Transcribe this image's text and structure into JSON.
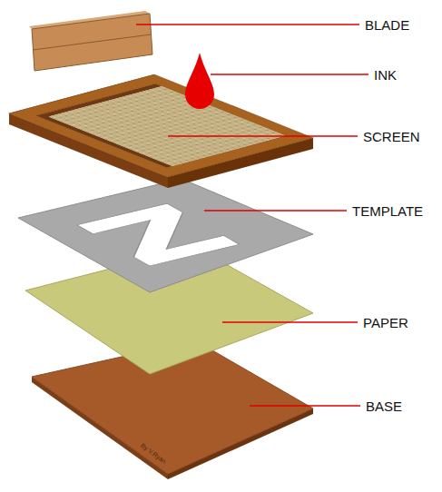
{
  "diagram": {
    "labels": [
      "BLADE",
      "INK",
      "SCREEN",
      "TEMPLATE",
      "PAPER",
      "BASE",
      "By V.Ryan"
    ]
  }
}
